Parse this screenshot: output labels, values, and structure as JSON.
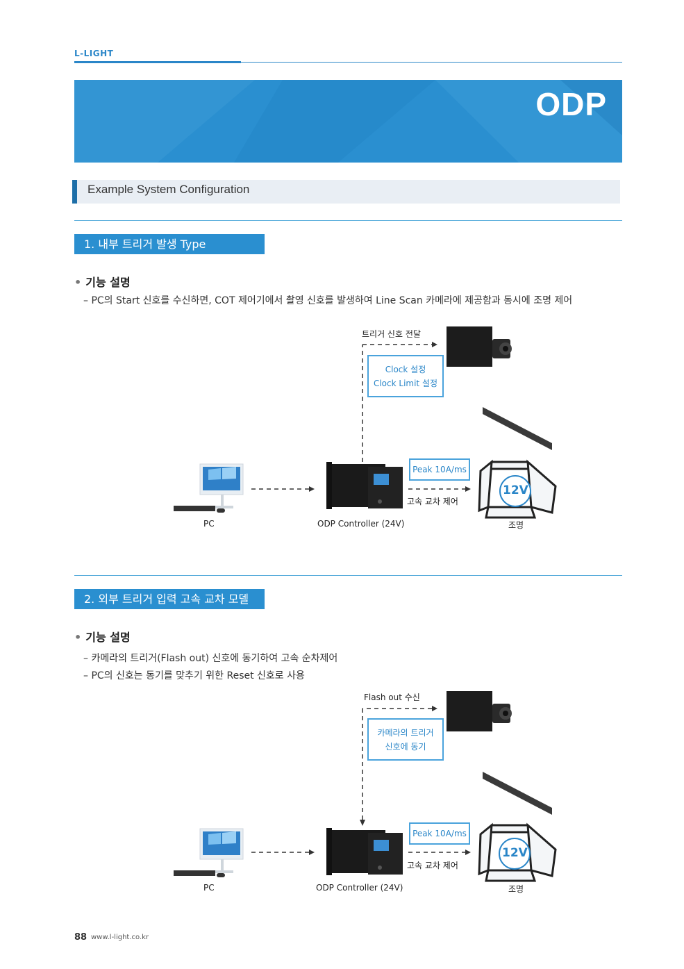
{
  "brand": "L-LIGHT",
  "hero_title": "ODP",
  "section_title": "Example System Configuration",
  "type1": {
    "title": "1. 내부 트리거 발생 Type",
    "heading": "기능 설명",
    "lines": [
      "PC의 Start 신호를 수신하면, COT 제어기에서 촬영 신호를 발생하여 Line Scan 카메라에 제공함과 동시에 조명 제어"
    ],
    "signal_label": "트리거 신호 전달",
    "box_lines": [
      "Clock 설정",
      "Clock Limit 설정"
    ],
    "peak": "Peak 10A/ms",
    "cross": "고속 교차 제어",
    "pc": "PC",
    "controller": "ODP Controller (24V)",
    "light": "조명",
    "voltage": "12V"
  },
  "type2": {
    "title": "2. 외부 트리거 입력 고속 교차 모델",
    "heading": "기능 설명",
    "lines": [
      "카메라의 트리거(Flash out) 신호에 동기하여 고속 순차제어",
      "PC의 신호는 동기를 맞추기 위한 Reset 신호로 사용"
    ],
    "signal_label": "Flash out 수신",
    "box_lines": [
      "카메라의 트리거",
      "신호에 동기"
    ],
    "peak": "Peak 10A/ms",
    "cross": "고속 교차 제어",
    "pc": "PC",
    "controller": "ODP Controller (24V)",
    "light": "조명",
    "voltage": "12V"
  },
  "footer": {
    "page": "88",
    "url": "www.l-light.co.kr"
  },
  "colors": {
    "accent": "#2a8fd0",
    "accent_dark": "#1e6fa8"
  }
}
